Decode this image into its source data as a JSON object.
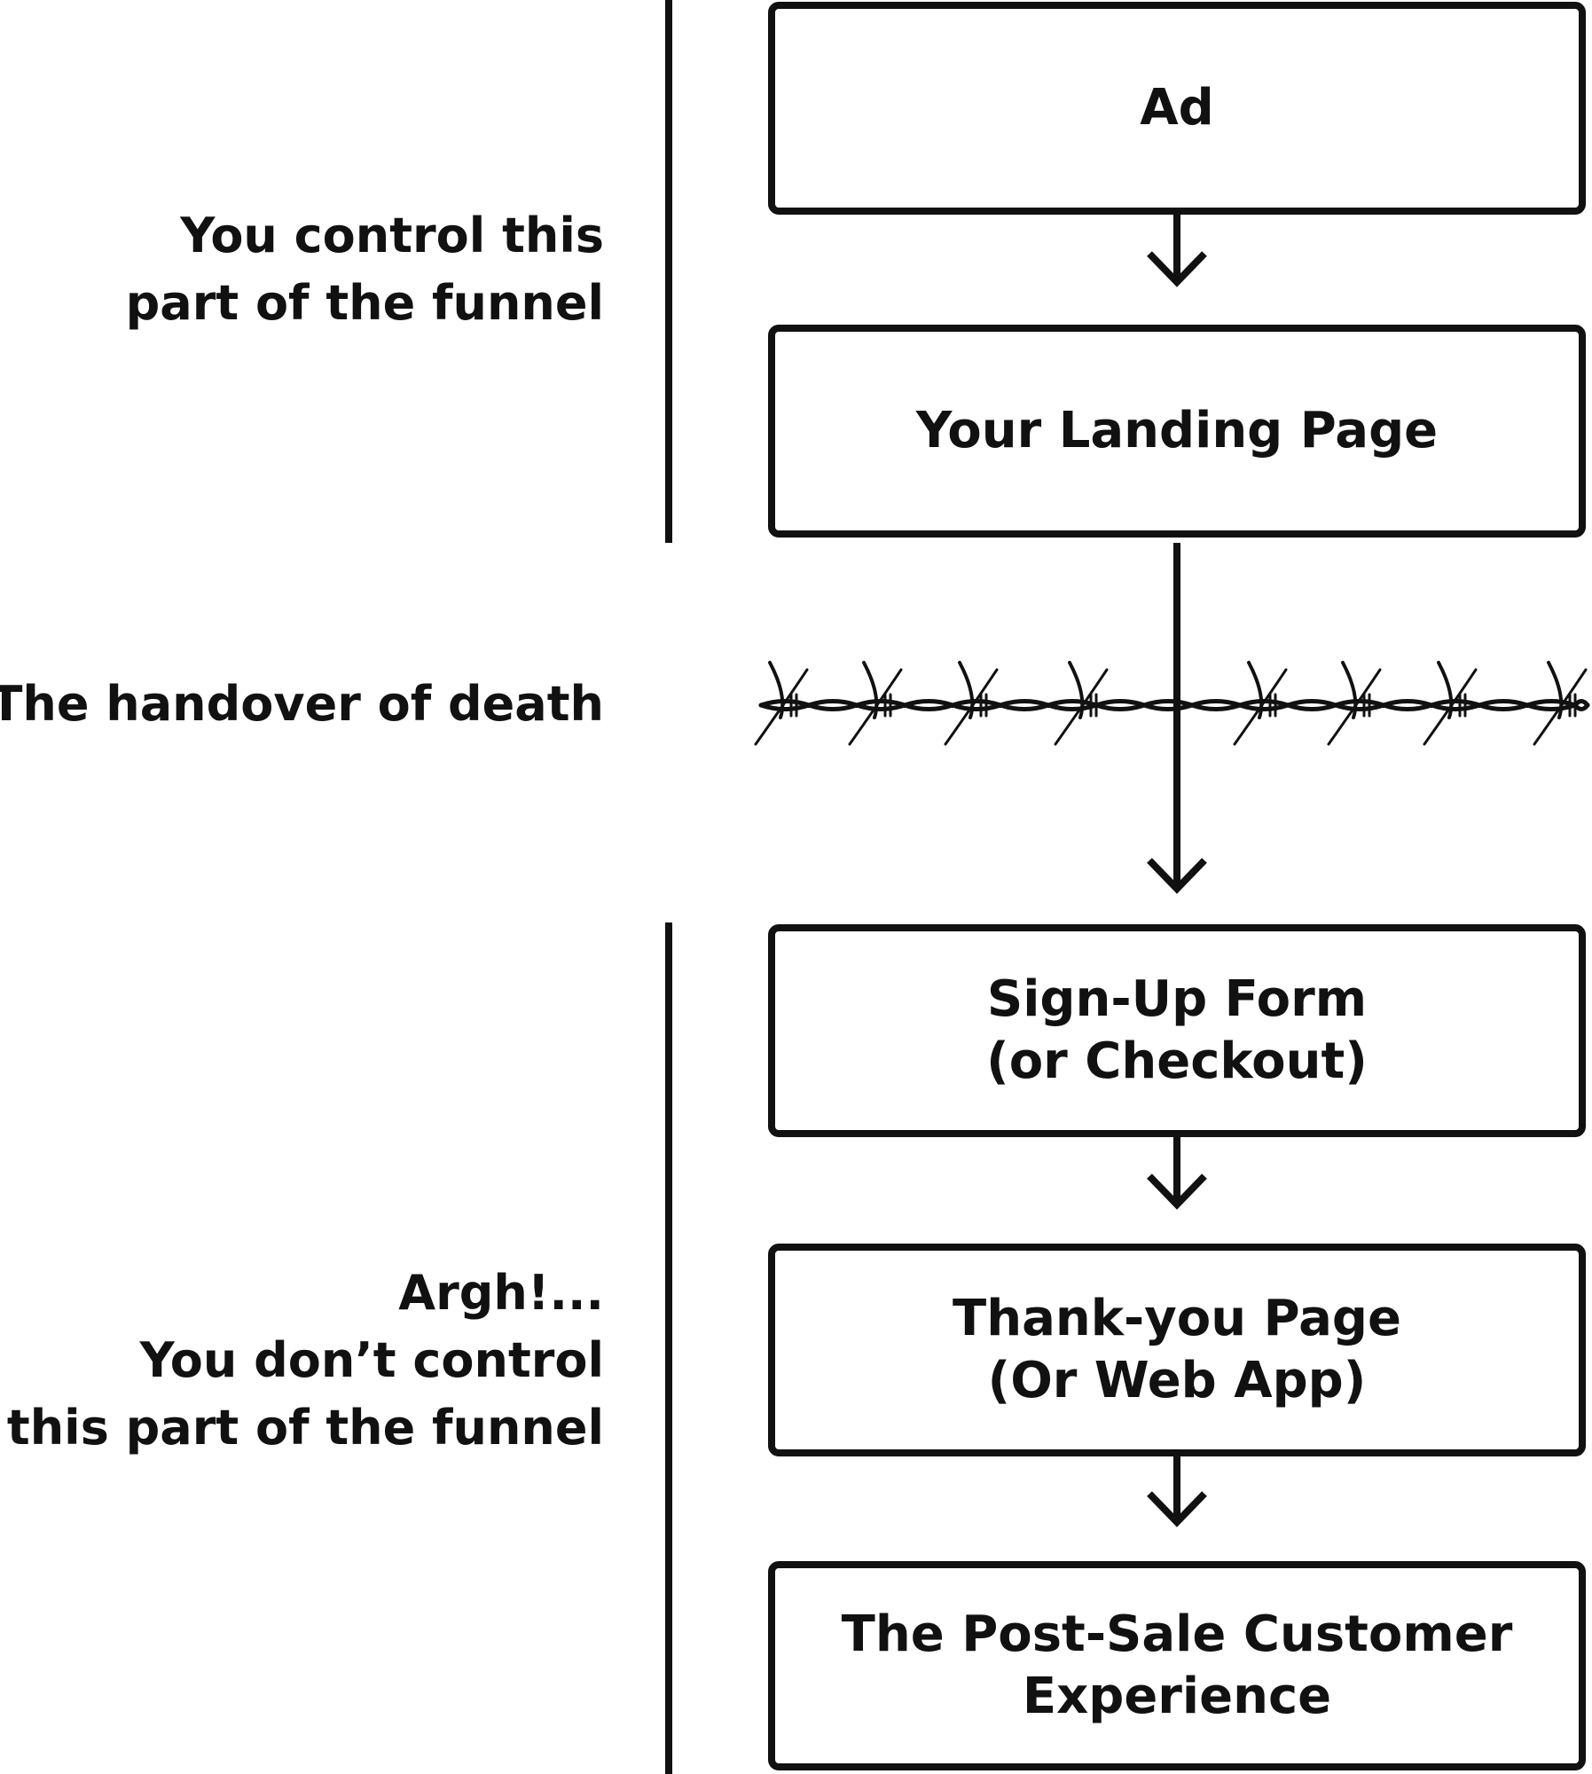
{
  "left_labels": {
    "control": [
      "You control this",
      "part of the funnel"
    ],
    "handover": [
      "The handover of death"
    ],
    "no_control": [
      "Argh!...",
      "You don’t control",
      "this part of the funnel"
    ]
  },
  "funnel_steps": [
    {
      "lines": [
        "Ad"
      ]
    },
    {
      "lines": [
        "Your Landing Page"
      ]
    },
    {
      "lines": [
        "Sign-Up Form",
        "(or Checkout)"
      ]
    },
    {
      "lines": [
        "Thank-you Page",
        "(Or Web App)"
      ]
    },
    {
      "lines": [
        "The Post-Sale Customer",
        "Experience"
      ]
    }
  ],
  "colors": {
    "ink": "#111111",
    "background": "#ffffff"
  }
}
